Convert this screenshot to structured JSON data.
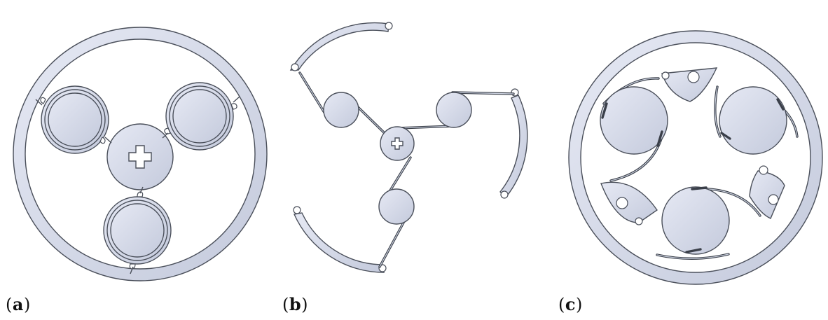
{
  "panels": [
    {
      "id": "a",
      "label": "a"
    },
    {
      "id": "b",
      "label": "b"
    },
    {
      "id": "c",
      "label": "c"
    }
  ],
  "colors": {
    "part_fill_light": "#e4e8f3",
    "part_fill_dark": "#c3c9dc",
    "outline": "#4a4f5a",
    "background": "#ffffff"
  }
}
